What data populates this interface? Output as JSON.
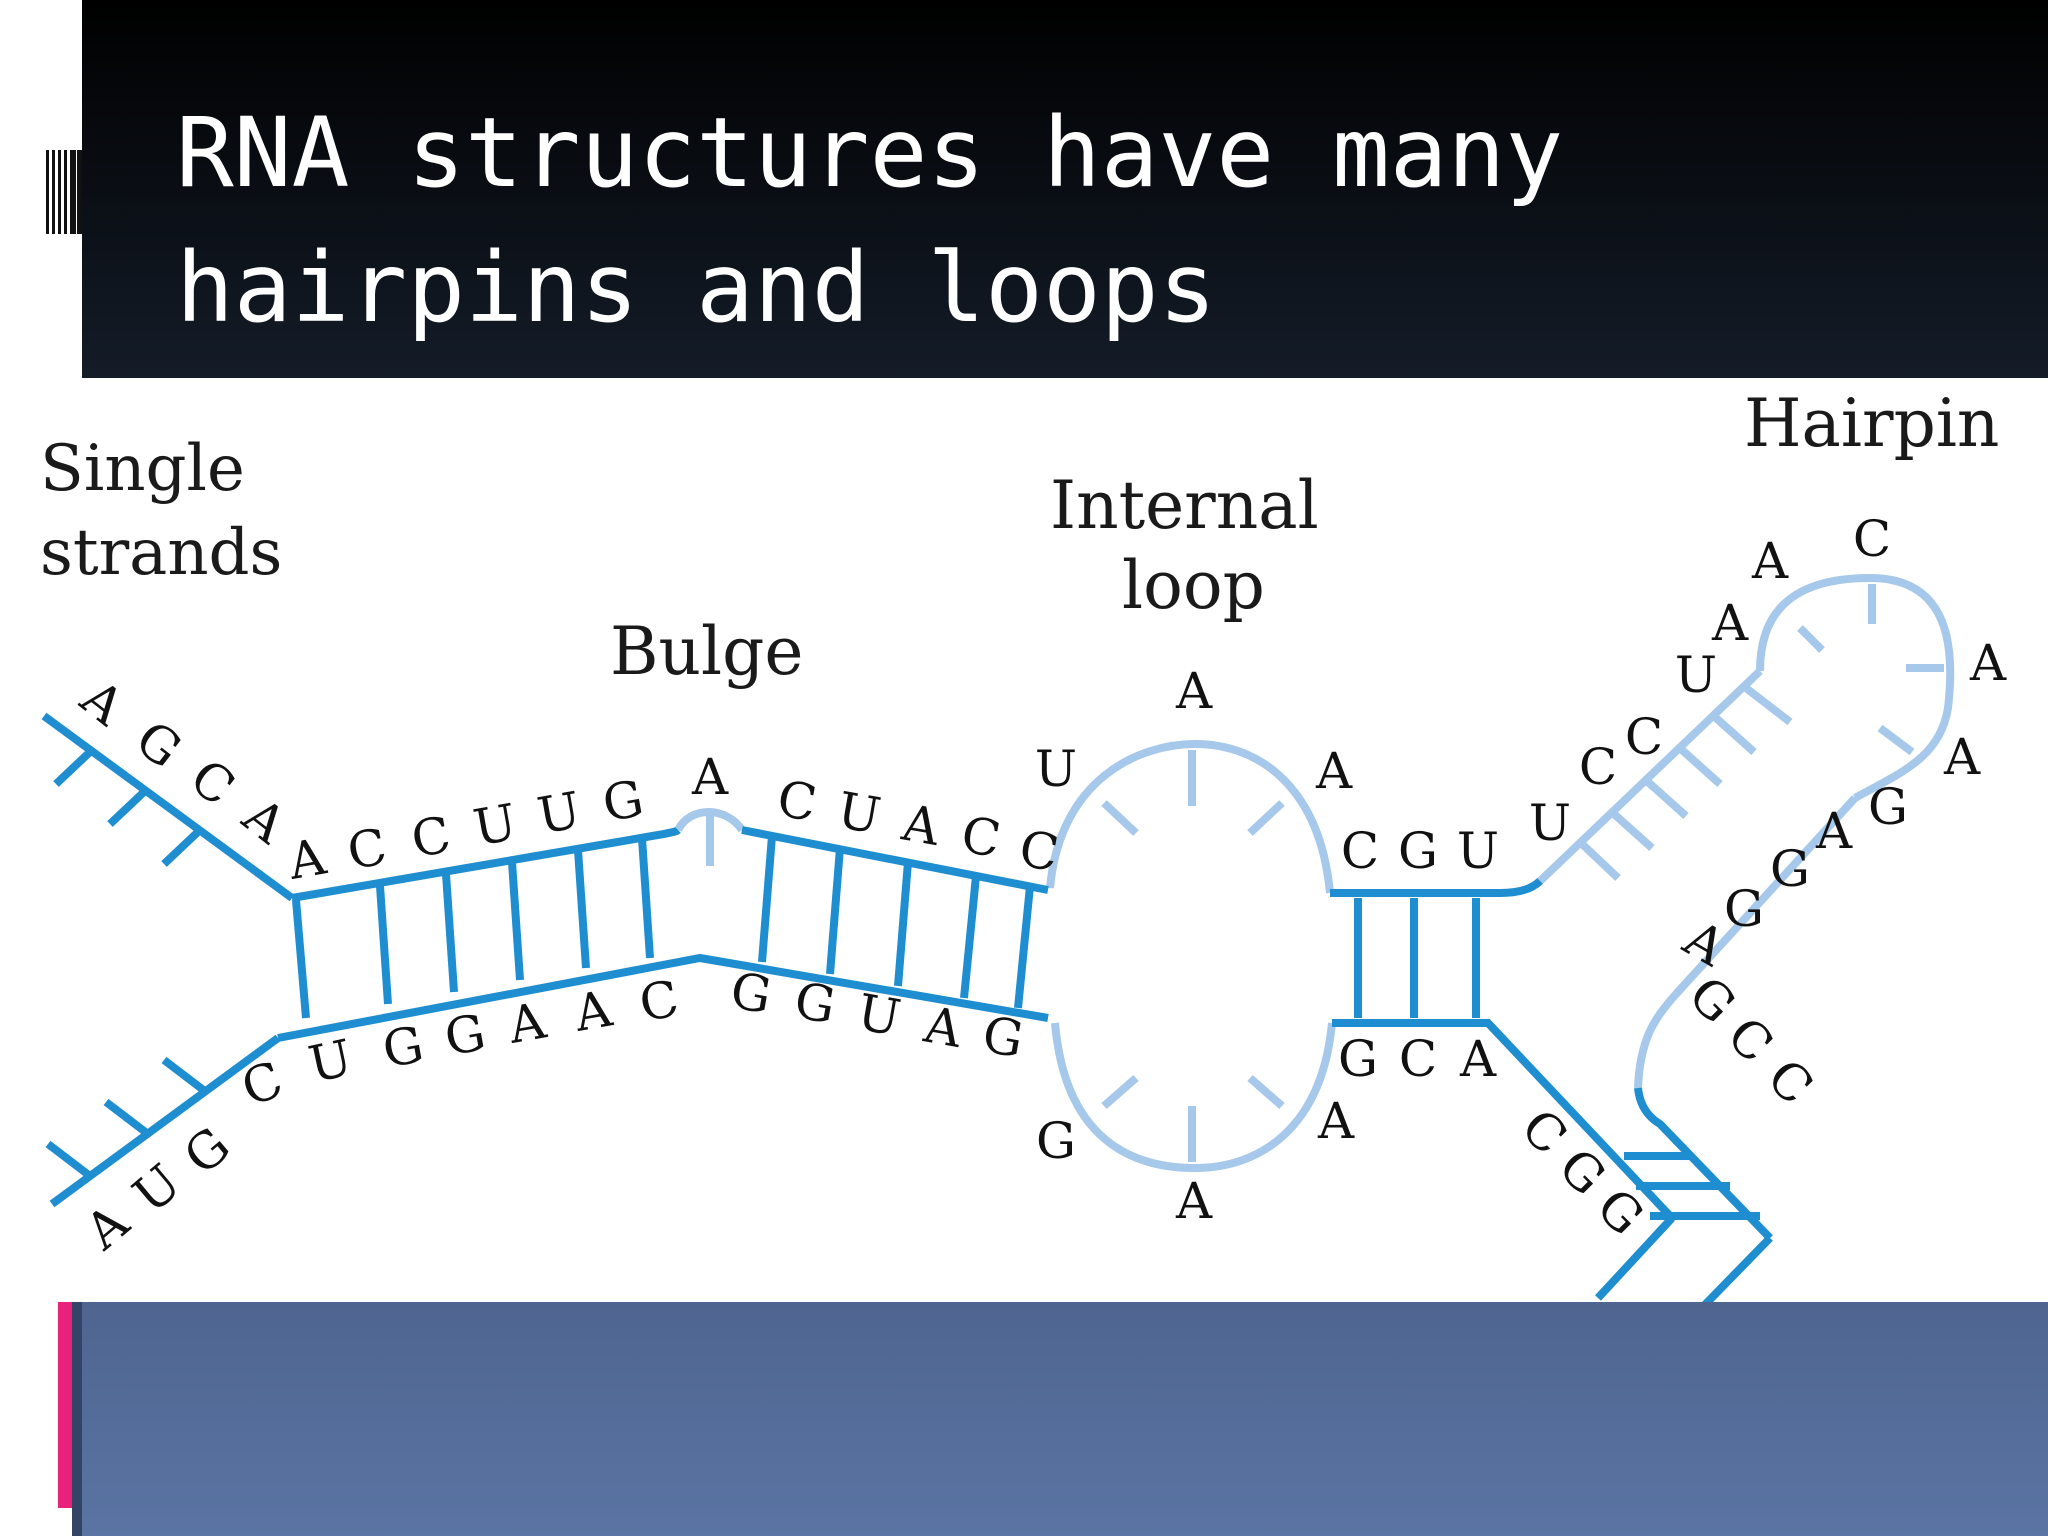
{
  "slide": {
    "title": "RNA structures have many hairpins and loops"
  },
  "colors": {
    "title_bg": "#000000",
    "strand_dark": "#1f8ed0",
    "strand_light": "#a6c8ea",
    "bottom_band": "#5a74a3",
    "accent_pink": "#e8217a"
  },
  "diagram": {
    "labels": {
      "single_strands_line1": "Single",
      "single_strands_line2": "strands",
      "bulge": "Bulge",
      "internal_loop_line1": "Internal",
      "internal_loop_line2": "loop",
      "hairpin": "Hairpin"
    },
    "nucleotides": {
      "top_single": [
        "A",
        "G",
        "C",
        "A"
      ],
      "top_stem1": [
        "A",
        "C",
        "C",
        "U",
        "U",
        "G"
      ],
      "bulge": "A",
      "top_stem2": [
        "C",
        "U",
        "A",
        "C",
        "C"
      ],
      "loop_top": [
        "U",
        "A",
        "A"
      ],
      "stem3_top": [
        "C",
        "G",
        "U"
      ],
      "hairpin_up": [
        "U",
        "C",
        "C",
        "U",
        "A",
        "A"
      ],
      "hairpin_loop": [
        "C",
        "A",
        "A"
      ],
      "hairpin_down": [
        "G",
        "A",
        "G",
        "G",
        "A"
      ],
      "right_arm_up": [
        "G",
        "C",
        "C"
      ],
      "right_arm_down": [
        "C",
        "G",
        "G"
      ],
      "stem3_bottom": [
        "G",
        "C",
        "A"
      ],
      "loop_bottom": [
        "A",
        "A",
        "G"
      ],
      "bottom_stem2": [
        "G",
        "A",
        "U",
        "G",
        "G"
      ],
      "bottom_stem1": [
        "C",
        "U",
        "G",
        "G",
        "A",
        "A",
        "C"
      ],
      "bottom_single": [
        "A",
        "U",
        "G"
      ]
    }
  }
}
